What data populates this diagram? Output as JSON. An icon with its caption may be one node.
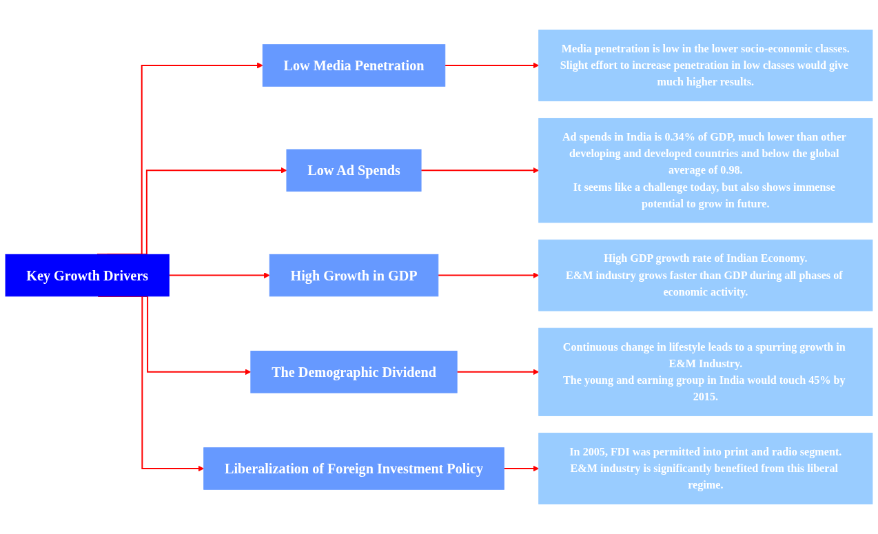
{
  "diagram": {
    "nodes": [
      {
        "text": [
          "Key Growth Drivers"
        ]
      },
      {
        "text": [
          "Low Media Penetration"
        ]
      },
      {
        "text": [
          "Low Ad Spends"
        ]
      },
      {
        "text": [
          "High Growth in GDP"
        ]
      },
      {
        "text": [
          "The Demographic Dividend"
        ]
      },
      {
        "text": [
          "Liberalization of Foreign Investment Policy"
        ]
      },
      {
        "text": [
          "Media penetration is low in the lower socio-economic classes.",
          "Slight effort to increase penetration in low classes would give much higher results."
        ]
      },
      {
        "text": [
          "Ad spends in India is 0.34% of GDP, much lower than other developing and developed countries and below the global average of 0.98.",
          "It seems like a challenge today, but also shows immense potential to grow in future."
        ]
      },
      {
        "text": [
          "High GDP growth rate of Indian Economy.",
          "E&M industry grows faster than GDP during all phases of economic activity."
        ]
      },
      {
        "text": [
          "Continuous change in lifestyle leads to a spurring growth in E&M Industry.",
          "The young and earning group in India would touch 45% by 2015."
        ]
      },
      {
        "text": [
          "In 2005, FDI was permitted into print and radio segment.",
          "E&M industry is significantly benefited from this liberal regime."
        ]
      }
    ],
    "edges": [
      {
        "from": 0,
        "to": 1,
        "arrow": "to"
      },
      {
        "from": 0,
        "to": 2,
        "arrow": "to"
      },
      {
        "from": 0,
        "to": 3,
        "arrow": "to"
      },
      {
        "from": 0,
        "to": 4,
        "arrow": "to"
      },
      {
        "from": 0,
        "to": 5,
        "arrow": "to"
      },
      {
        "from": 1,
        "to": 6,
        "arrow": "to"
      },
      {
        "from": 2,
        "to": 7,
        "arrow": "to"
      },
      {
        "from": 3,
        "to": 8,
        "arrow": "to"
      },
      {
        "from": 4,
        "to": 9,
        "arrow": "to"
      },
      {
        "from": 5,
        "to": 10,
        "arrow": "to"
      }
    ]
  }
}
